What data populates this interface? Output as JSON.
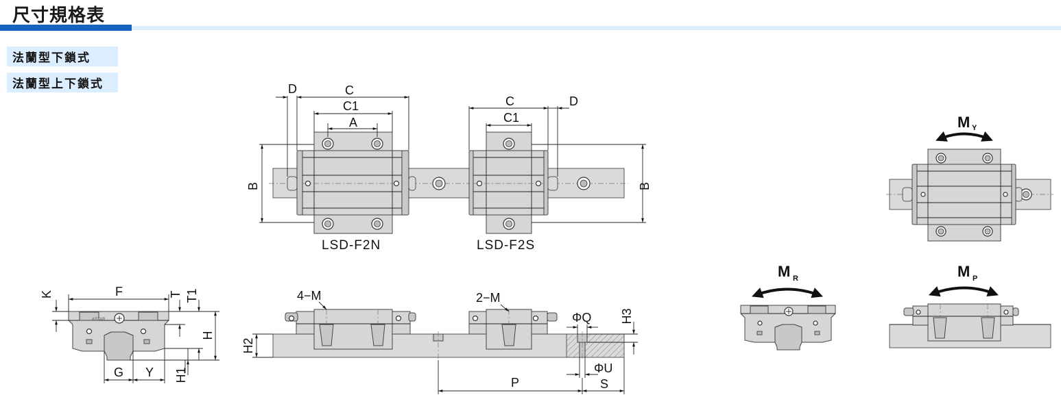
{
  "page": {
    "title": "尺寸規格表",
    "tags": [
      "法蘭型下鎖式",
      "法蘭型上下鎖式"
    ]
  },
  "top_view": {
    "left_model": "LSD-F2N",
    "right_model": "LSD-F2S",
    "dims": {
      "C": "C",
      "C1": "C1",
      "A": "A",
      "D": "D",
      "B": "B"
    }
  },
  "end_view": {
    "dims": {
      "K": "K",
      "F": "F",
      "T": "T",
      "T1": "T1",
      "H": "H",
      "H1": "H1",
      "G": "G",
      "Y": "Y"
    },
    "brand_mark": "ASTAR"
  },
  "side_view": {
    "dims": {
      "M4": "4−M",
      "M2": "2−M",
      "Q": "ΦQ",
      "H3": "H3",
      "H2": "H2",
      "U": "ΦU",
      "P": "P",
      "S": "S"
    }
  },
  "moments": {
    "my": {
      "main": "M",
      "sub": "Y"
    },
    "mr": {
      "main": "M",
      "sub": "R"
    },
    "mp": {
      "main": "M",
      "sub": "P"
    }
  },
  "colors": {
    "accent": "#1565c0",
    "accent_light": "#dbeeff",
    "part_fill": "#d6d6d6"
  }
}
